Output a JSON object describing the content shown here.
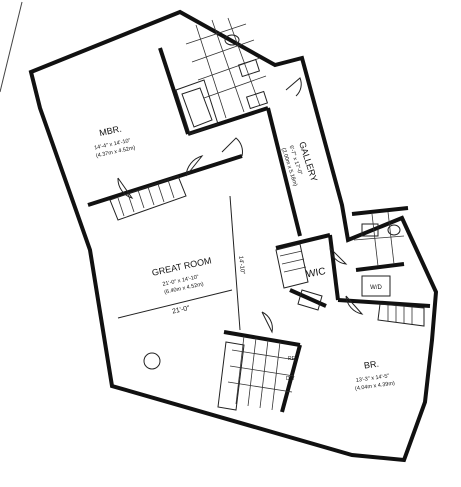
{
  "rooms": {
    "mbr": {
      "name": "MBR.",
      "dim_ft": "14'-4\" x 14'-10\"",
      "dim_m": "(4.37m x 4.52m)"
    },
    "gallery": {
      "name": "GALLERY",
      "dim_ft": "6'-7\" x 17'-0\"",
      "dim_m": "(2.00m x 5.18m)"
    },
    "great_room": {
      "name": "GREAT ROOM",
      "dim_ft": "21'-0\" x 14'-10\"",
      "dim_m": "(6.40m x 4.52m)",
      "width_label": "21'-0\"",
      "depth_label": "14'-10\""
    },
    "wic": {
      "name": "WIC"
    },
    "wd": {
      "name": "W/D"
    },
    "br": {
      "name": "BR.",
      "dim_ft": "13'-3\" x 14'-5\"",
      "dim_m": "(4.04m x 4.39m)"
    },
    "kitchen": {
      "ref": "REF",
      "dw": "DW"
    }
  }
}
